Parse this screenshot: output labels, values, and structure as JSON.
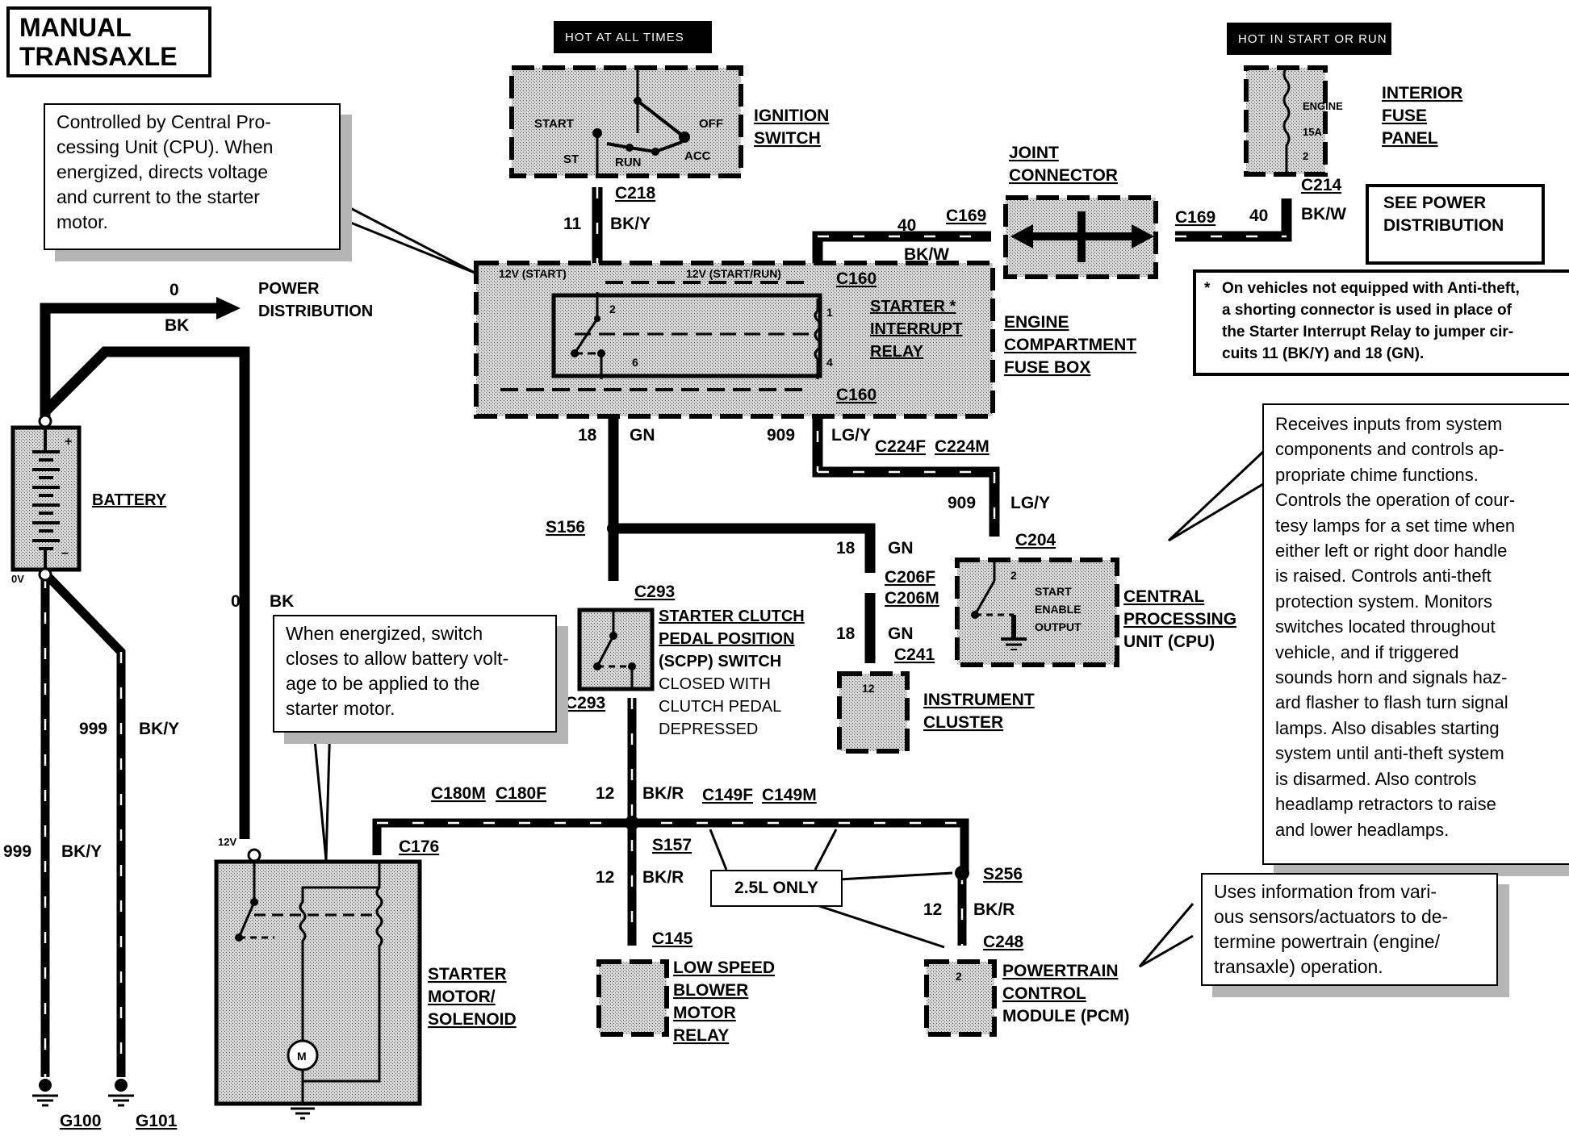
{
  "title": {
    "line1": "MANUAL",
    "line2": "TRANSAXLE"
  },
  "hot_labels": {
    "ignition": "HOT AT ALL TIMES",
    "interior": "HOT IN START OR RUN"
  },
  "notes": {
    "relay_note": [
      "Controlled by Central Pro-",
      "cessing Unit (CPU). When",
      "energized, directs voltage",
      "and current to the starter",
      "motor."
    ],
    "solenoid_note": [
      "When energized, switch",
      "closes to allow battery volt-",
      "age to be applied to the",
      "starter motor."
    ],
    "cpu_note": [
      "Receives inputs from system",
      "components and controls ap-",
      "propriate chime functions.",
      "Controls the operation of cour-",
      "tesy lamps for a set time when",
      "either left or right door handle",
      "is raised. Controls anti-theft",
      "protection system. Monitors",
      "switches located throughout",
      "vehicle, and if triggered",
      "sounds horn and signals haz-",
      "ard flasher to flash turn signal",
      "lamps.  Also disables starting",
      "system until anti-theft system",
      "is disarmed. Also controls",
      "headlamp retractors to raise",
      "and lower headlamps."
    ],
    "pcm_note": [
      "Uses information from vari-",
      "ous sensors/actuators to de-",
      "termine powertrain (engine/",
      "transaxle) operation."
    ],
    "antitheft_note": [
      "*",
      "On vehicles not equipped with Anti-theft,",
      "a shorting connector is used in place of",
      "the Starter Interrupt Relay to jumper cir-",
      "cuits 11 (BK/Y) and 18 (GN)."
    ],
    "see_power": [
      "SEE POWER",
      "DISTRIBUTION"
    ],
    "only_25l": "2.5L ONLY"
  },
  "components": {
    "ignition_switch": {
      "name": [
        "IGNITION",
        "SWITCH"
      ],
      "positions": [
        "START",
        "OFF",
        "ST",
        "RUN",
        "ACC"
      ]
    },
    "interior_fuse_panel": {
      "name": [
        "INTERIOR",
        "FUSE",
        "PANEL"
      ],
      "fuse_label": "ENGINE",
      "fuse_rating": "15A",
      "pin": "2"
    },
    "joint_connector": {
      "name": [
        "JOINT",
        "CONNECTOR"
      ]
    },
    "engine_fuse_box": {
      "name": [
        "ENGINE",
        "COMPARTMENT",
        "FUSE BOX"
      ],
      "labels": [
        "12V (START)",
        "12V (START/RUN)"
      ]
    },
    "starter_interrupt_relay": {
      "name": [
        "STARTER *",
        "INTERRUPT",
        "RELAY"
      ],
      "pins": [
        "2",
        "6",
        "1",
        "4"
      ]
    },
    "battery": {
      "name": "BATTERY",
      "plus": "+",
      "minus": "–",
      "voltage": "0V"
    },
    "power_distribution": [
      "POWER",
      "DISTRIBUTION"
    ],
    "scpp_switch": {
      "name": [
        "STARTER CLUTCH",
        "PEDAL POSITION",
        "(SCPP) SWITCH"
      ],
      "desc": [
        "CLOSED WITH",
        "CLUTCH PEDAL",
        "DEPRESSED"
      ]
    },
    "cpu": {
      "name": [
        "CENTRAL",
        "PROCESSING",
        "UNIT (CPU)"
      ],
      "inner": [
        "START",
        "ENABLE",
        "OUTPUT"
      ],
      "pin": "2"
    },
    "instrument_cluster": {
      "name": [
        "INSTRUMENT",
        "CLUSTER"
      ],
      "pin": "12"
    },
    "starter_motor": {
      "name": [
        "STARTER",
        "MOTOR/",
        "SOLENOID"
      ],
      "voltage": "12V",
      "motor": "M"
    },
    "blower_relay": {
      "name": [
        "LOW SPEED",
        "BLOWER",
        "MOTOR",
        "RELAY"
      ]
    },
    "pcm": {
      "name": [
        "POWERTRAIN",
        "CONTROL",
        "MODULE (PCM)"
      ],
      "pin": "2"
    },
    "grounds": [
      "G100",
      "G101"
    ]
  },
  "connectors": [
    "C218",
    "C169",
    "C169",
    "C214",
    "C160",
    "C160",
    "C224F",
    "C224M",
    "C204",
    "C206F",
    "C206M",
    "C241",
    "C293",
    "C293",
    "C180M",
    "C180F",
    "C176",
    "C149F",
    "C149M",
    "C145",
    "C248",
    "S156",
    "S157",
    "S256"
  ],
  "circuits": {
    "c11": {
      "num": "11",
      "color": "BK/Y"
    },
    "c40a": {
      "num": "40",
      "color": "BK/W"
    },
    "c40b": {
      "num": "40",
      "color": "BK/W"
    },
    "c18a": {
      "num": "18",
      "color": "GN"
    },
    "c909a": {
      "num": "909",
      "color": "LG/Y"
    },
    "c909b": {
      "num": "909",
      "color": "LG/Y"
    },
    "c18b": {
      "num": "18",
      "color": "GN"
    },
    "c18c": {
      "num": "18",
      "color": "GN"
    },
    "c0a": {
      "num": "0",
      "color": "BK"
    },
    "c0b": {
      "num": "0",
      "color": "BK"
    },
    "c999a": {
      "num": "999",
      "color": "BK/Y"
    },
    "c999b": {
      "num": "999",
      "color": "BK/Y"
    },
    "c12a": {
      "num": "12",
      "color": "BK/R"
    },
    "c12b": {
      "num": "12",
      "color": "BK/R"
    },
    "c12c": {
      "num": "12",
      "color": "BK/R"
    }
  }
}
